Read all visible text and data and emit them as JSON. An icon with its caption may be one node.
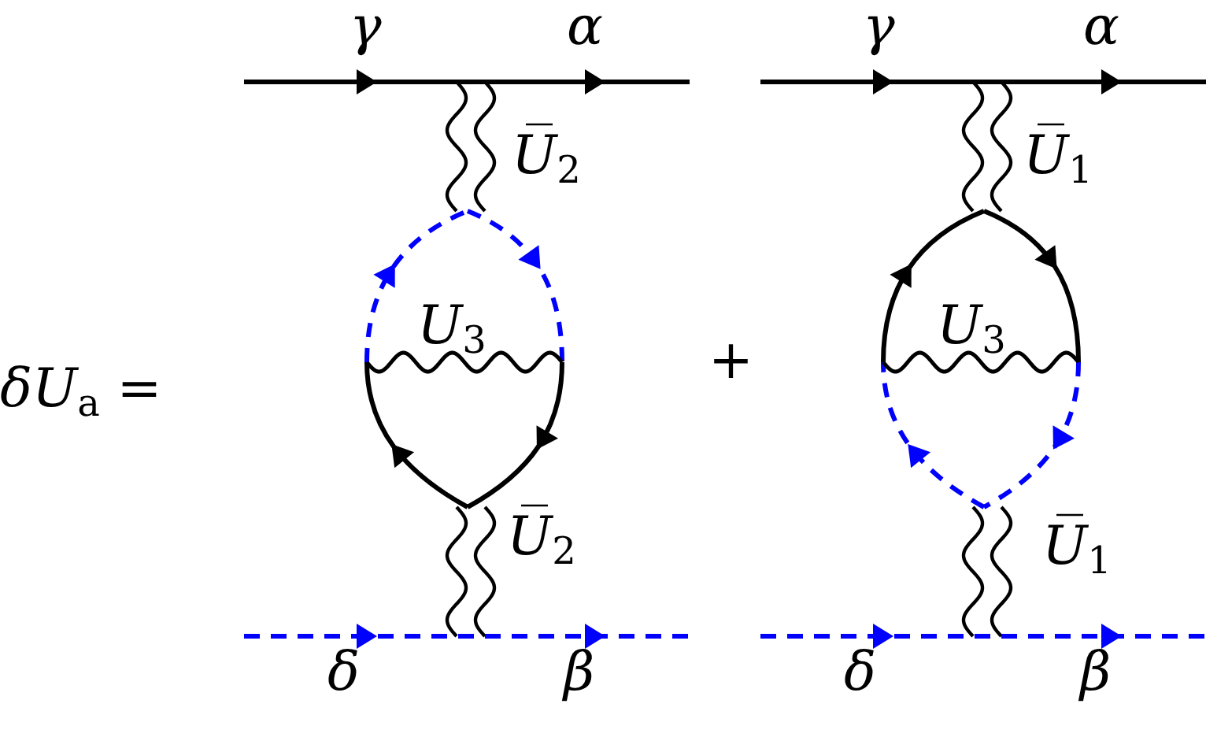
{
  "diagram": {
    "labels": [
      "δU$_{a}$ =",
      "γ",
      "α",
      "U̅$_{2}$",
      "U$_{3}$",
      "U̅$_{2}$",
      "δ",
      "β",
      "+",
      "γ",
      "α",
      "U̅$_{1}$",
      "U$_{3}$",
      "U̅$_{1}$",
      "δ",
      "β"
    ]
  }
}
